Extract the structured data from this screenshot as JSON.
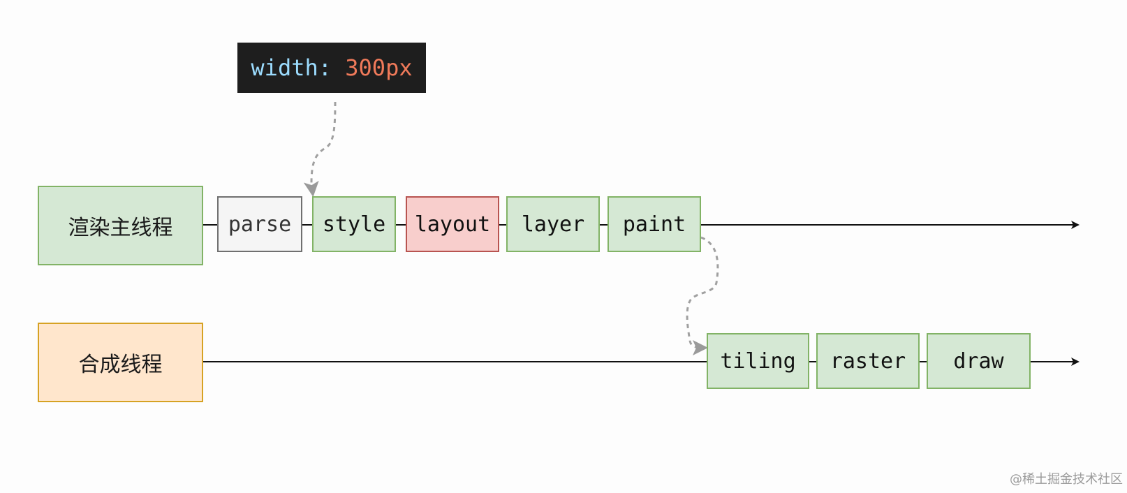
{
  "code_snippet": {
    "property": "width",
    "separator": ": ",
    "value": "300px"
  },
  "threads": {
    "main": "渲染主线程",
    "compositor": "合成线程"
  },
  "main_steps": [
    "parse",
    "style",
    "layout",
    "layer",
    "paint"
  ],
  "compositor_steps": [
    "tiling",
    "raster",
    "draw"
  ],
  "watermark": "@稀土掘金技术社区",
  "colors": {
    "green_fill": "#d5e8d4",
    "green_border": "#82b366",
    "gray_fill": "#f5f5f5",
    "gray_border": "#707070",
    "red_fill": "#f8cecc",
    "red_border": "#b85450",
    "orange_fill": "#ffe6cc",
    "orange_border": "#d6a223",
    "code_bg": "#1e1e1e",
    "code_prop": "#9cdcfe",
    "code_value": "#f07a5a",
    "dashed_arrow": "#a0a0a0"
  }
}
